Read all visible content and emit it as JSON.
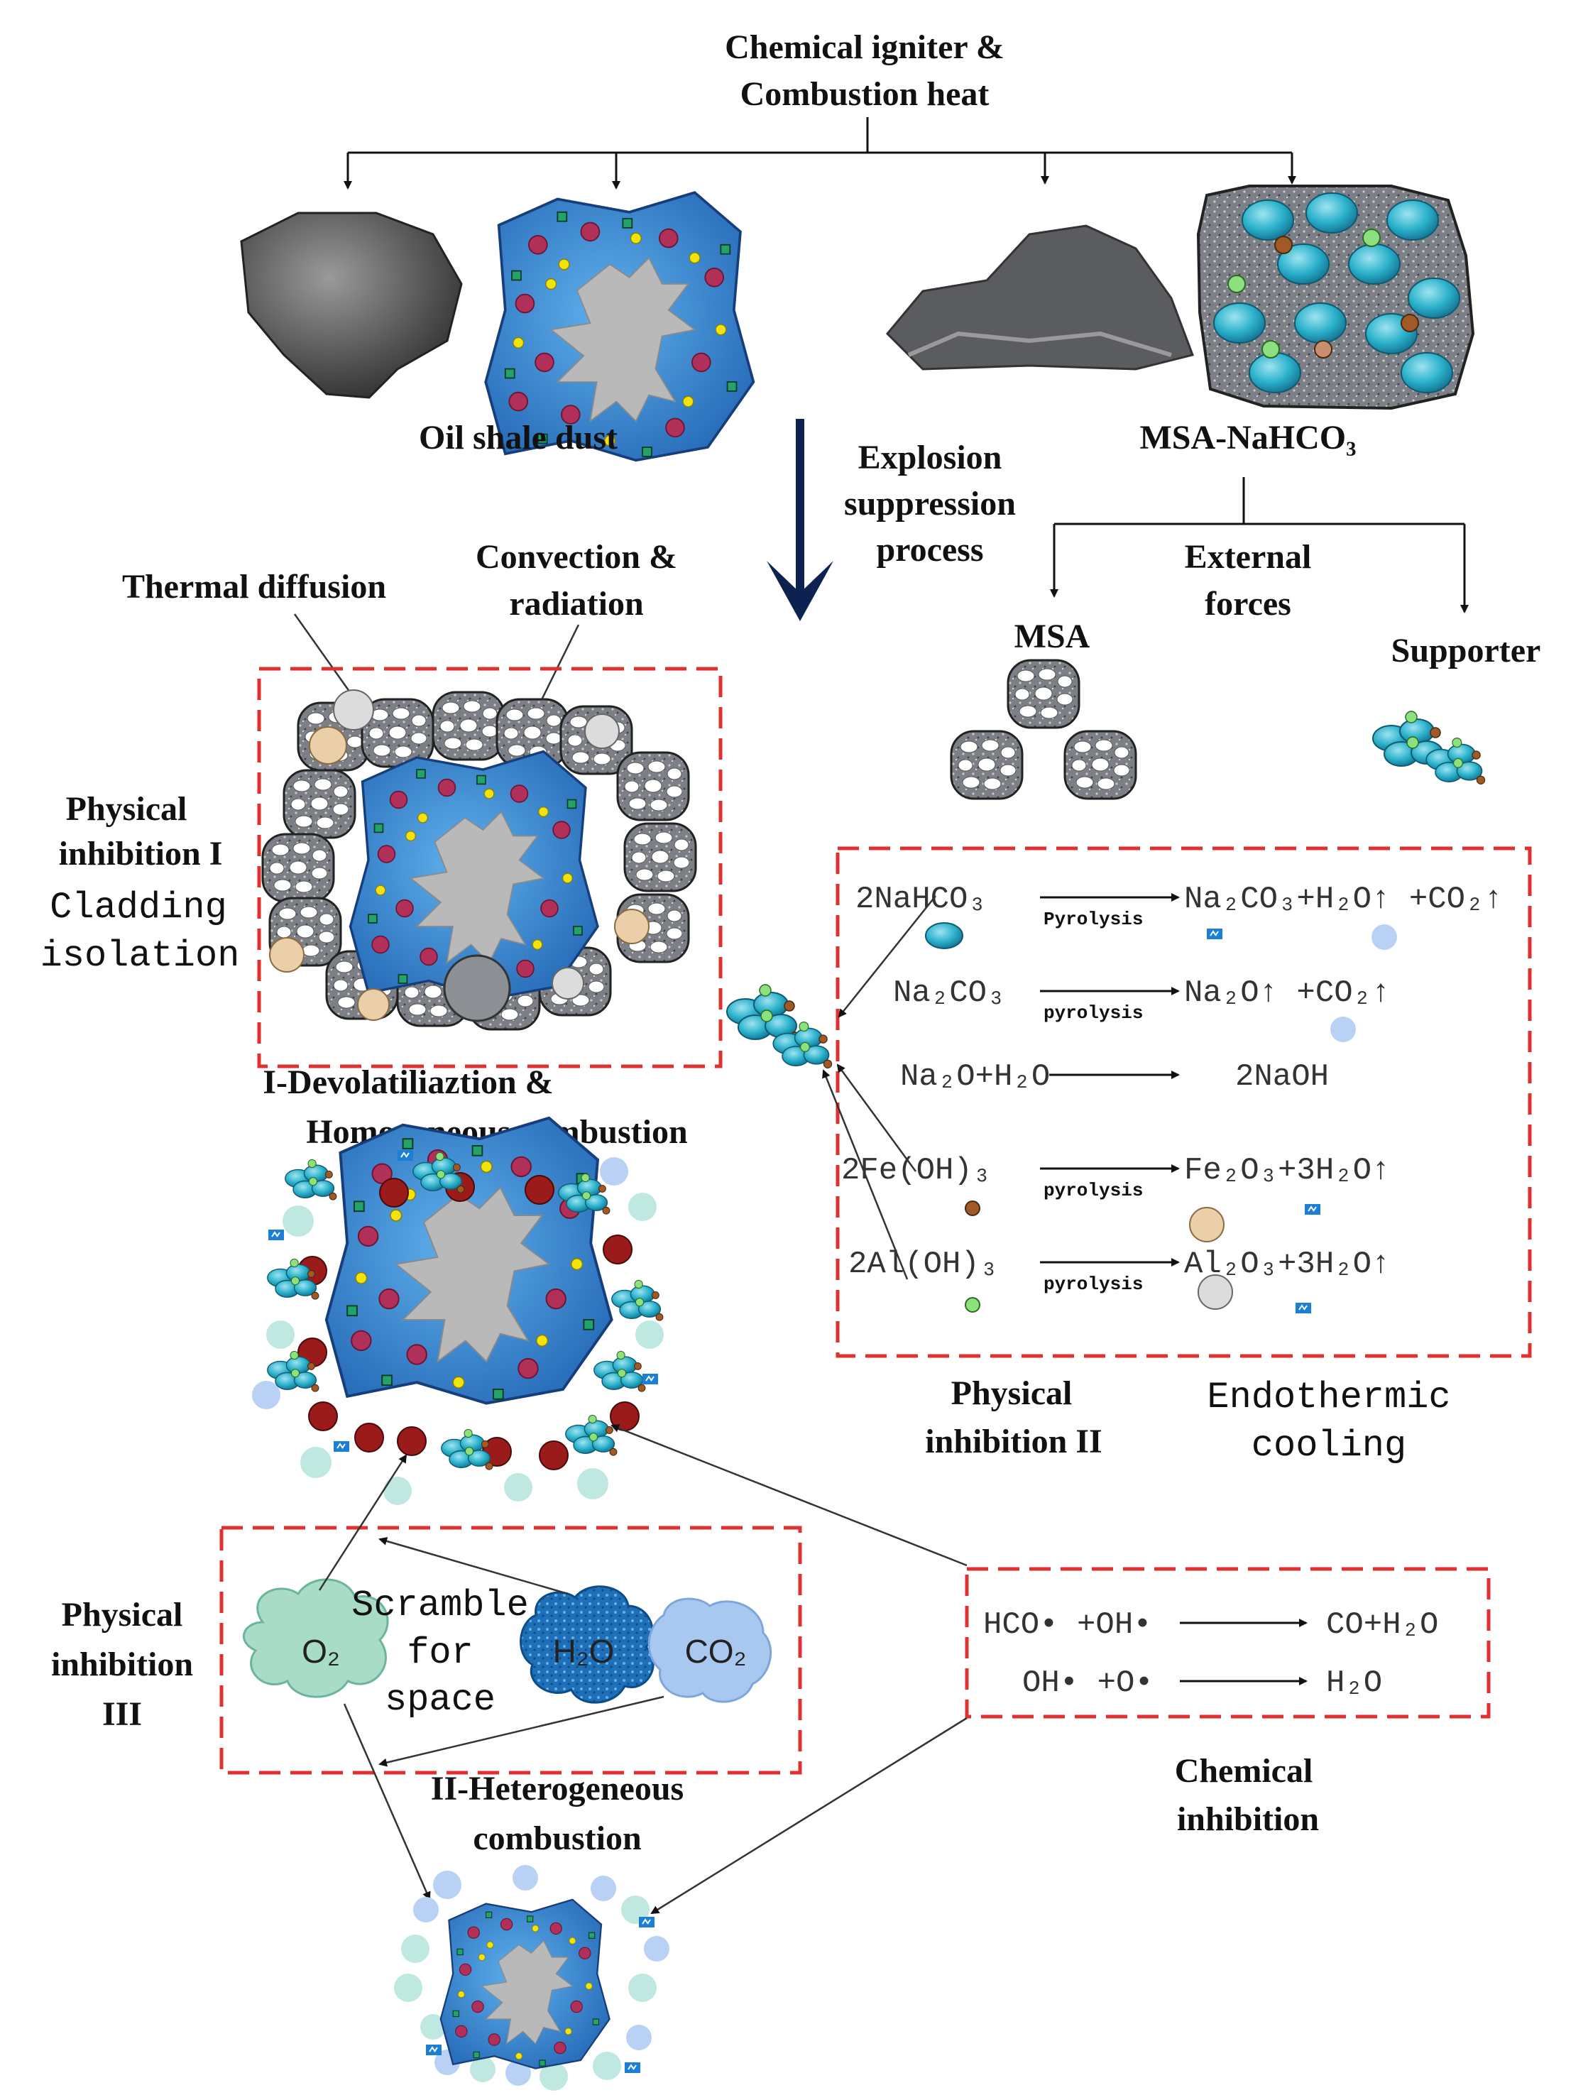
{
  "top": {
    "line1": "Chemical igniter &",
    "line2": "Combustion heat"
  },
  "labels": {
    "oil_shale": "Oil shale dust",
    "msa_nahco3": "MSA-NaHCO₃",
    "process_1": "Explosion",
    "process_2": "suppression",
    "process_3": "process",
    "external_1": "External",
    "external_2": "forces",
    "msa": "MSA",
    "supporter": "Supporter",
    "thermal_diffusion": "Thermal diffusion",
    "convection_1": "Convection &",
    "convection_2": "radiation",
    "phys1_1": "Physical",
    "phys1_2": "inhibition I",
    "cladding_1": "Cladding",
    "cladding_2": "isolation",
    "devol_1": "I-Devolatiliaztion &",
    "devol_2": "Homogeneous combustion",
    "phys2_1": "Physical",
    "phys2_2": "inhibition II",
    "endo_1": "Endothermic",
    "endo_2": "cooling",
    "phys3_1": "Physical",
    "phys3_2": "inhibition",
    "phys3_3": "III",
    "scramble_1": "Scramble",
    "scramble_2": "for",
    "scramble_3": "space",
    "o2": "O₂",
    "h2o": "H₂O",
    "co2": "CO₂",
    "hetero_1": "II-Heterogeneous",
    "hetero_2": "combustion",
    "chem_1": "Chemical",
    "chem_2": "inhibition"
  },
  "reactions": [
    {
      "left": "2NaHCO₃",
      "cond": "Pyrolysis",
      "right": "Na₂CO₃+H₂O↑ +CO₂↑"
    },
    {
      "left": "Na₂CO₃",
      "cond": "pyrolysis",
      "right": "Na₂O↑ +CO₂↑"
    },
    {
      "left": "Na₂O+H₂O",
      "cond": "",
      "right": "2NaOH"
    },
    {
      "left": "2Fe(OH)₃",
      "cond": "pyrolysis",
      "right": "Fe₂O₃+3H₂O↑"
    },
    {
      "left": "2Al(OH)₃",
      "cond": "pyrolysis",
      "right": "Al₂O₃+3H₂O↑"
    }
  ],
  "chem_reactions": [
    {
      "left": "HCO• +OH•",
      "right": "CO+H₂O"
    },
    {
      "left": "OH• +O•",
      "right": "H₂O"
    }
  ],
  "colors": {
    "dashed_box": "#e03030",
    "particle_blue": "#3d8fd6",
    "particle_core": "#b8b8b8",
    "teal_particle": "#27a9c4",
    "dark_red": "#8b1a1a",
    "magenta_dot": "#b0305a",
    "yellow_dot": "#f2e30c",
    "green_square": "#22a36a",
    "msa_grey": "#6f7278"
  }
}
